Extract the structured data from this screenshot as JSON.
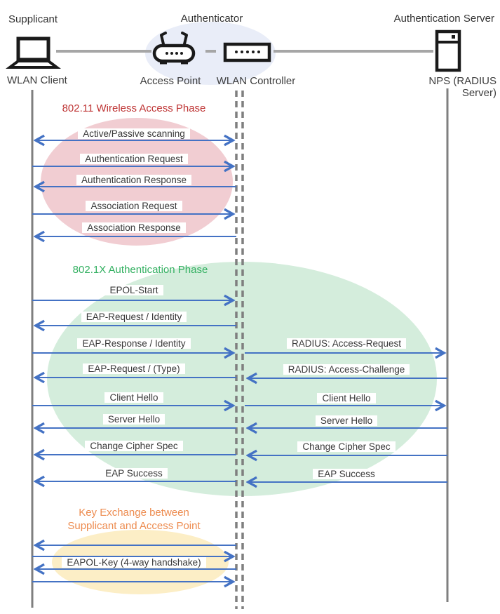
{
  "header": {
    "roles": {
      "supplicant": "Supplicant",
      "authenticator": "Authenticator",
      "auth_server": "Authentication Server"
    },
    "devices": {
      "wlan_client": "WLAN Client",
      "access_point": "Access Point",
      "wlan_controller": "WLAN Controller",
      "nps": "NPS (RADIUS Server)"
    },
    "icons": {
      "supplicant": "laptop-icon",
      "access_point": "wireless-router-icon",
      "wlan_controller": "controller-box-icon",
      "auth_server": "server-icon"
    }
  },
  "phases": [
    {
      "title": "802.11 Wireless Access Phase",
      "title_color": "#be3333",
      "ellipse_color": "#f1cdd2",
      "messages": [
        {
          "label": "Active/Passive scanning",
          "from": "WLAN Client",
          "to": "WLAN Controller",
          "direction": "both"
        },
        {
          "label": "Authentication Request",
          "from": "WLAN Client",
          "to": "WLAN Controller",
          "direction": "right"
        },
        {
          "label": "Authentication Response",
          "from": "WLAN Controller",
          "to": "WLAN Client",
          "direction": "left"
        },
        {
          "label": "Association Request",
          "from": "WLAN Client",
          "to": "WLAN Controller",
          "direction": "right"
        },
        {
          "label": "Association Response",
          "from": "WLAN Controller",
          "to": "WLAN Client",
          "direction": "left"
        }
      ]
    },
    {
      "title": "802.1X Authentication Phase",
      "title_color": "#33b061",
      "ellipse_color": "#d4eddc",
      "messages": [
        {
          "label": "EPOL-Start",
          "from": "WLAN Client",
          "to": "WLAN Controller",
          "direction": "right"
        },
        {
          "label": "EAP-Request / Identity",
          "from": "WLAN Controller",
          "to": "WLAN Client",
          "direction": "left"
        },
        {
          "label": "EAP-Response / Identity",
          "right_label": "RADIUS: Access-Request",
          "from": "WLAN Client",
          "to": "NPS (RADIUS Server)",
          "direction": "right"
        },
        {
          "label": "EAP-Request / (Type)",
          "right_label": "RADIUS: Access-Challenge",
          "from": "NPS (RADIUS Server)",
          "to": "WLAN Client",
          "direction": "left"
        },
        {
          "label": "Client Hello",
          "right_label": "Client Hello",
          "from": "WLAN Client",
          "to": "NPS (RADIUS Server)",
          "direction": "right"
        },
        {
          "label": "Server Hello",
          "right_label": "Server Hello",
          "from": "NPS (RADIUS Server)",
          "to": "WLAN Client",
          "direction": "left"
        },
        {
          "label": "Change Cipher Spec",
          "right_label": "Change Cipher Spec",
          "from": "NPS (RADIUS Server)",
          "to": "WLAN Client",
          "direction": "left"
        },
        {
          "label": "EAP Success",
          "right_label": "EAP Success",
          "from": "NPS (RADIUS Server)",
          "to": "WLAN Client",
          "direction": "left"
        }
      ]
    },
    {
      "title_line1": "Key Exchange between",
      "title_line2": "Supplicant and Access Point",
      "title_color": "#ed8c50",
      "ellipse_color": "#fceec6",
      "messages": [
        {
          "label": "EAPOL-Key (4-way handshake)",
          "between": [
            "WLAN Client",
            "WLAN Controller"
          ],
          "direction": "both",
          "arrow_count": 4
        }
      ]
    }
  ],
  "colors": {
    "arrow": "#4472c4",
    "lifeline": "#7f7f7f",
    "connector": "#a6a6a6",
    "authenticator_ellipse": "#e9edf8",
    "icon_stroke": "#1a1a1a"
  }
}
